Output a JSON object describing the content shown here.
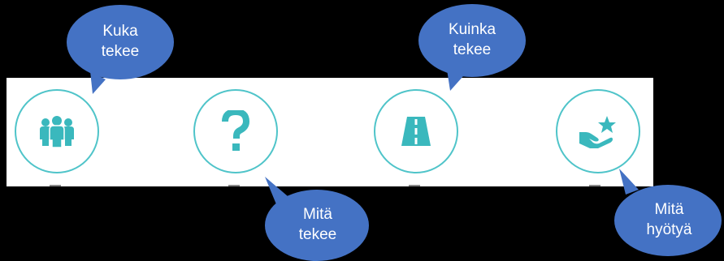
{
  "colors": {
    "bubble_fill": "#4472c4",
    "bubble_text": "#ffffff",
    "circle_border": "#4fc4c9",
    "icon_color": "#3ab8bd",
    "background": "#000000",
    "band": "#ffffff"
  },
  "items": [
    {
      "icon": "people-group-icon"
    },
    {
      "icon": "question-mark-icon"
    },
    {
      "icon": "road-icon"
    },
    {
      "icon": "hand-star-icon"
    }
  ],
  "bubbles": [
    {
      "line1": "Kuka",
      "line2": "tekee"
    },
    {
      "line1": "Kuinka",
      "line2": "tekee"
    },
    {
      "line1": "Mitä",
      "line2": "tekee"
    },
    {
      "line1": "Mitä",
      "line2": "hyötyä"
    }
  ]
}
